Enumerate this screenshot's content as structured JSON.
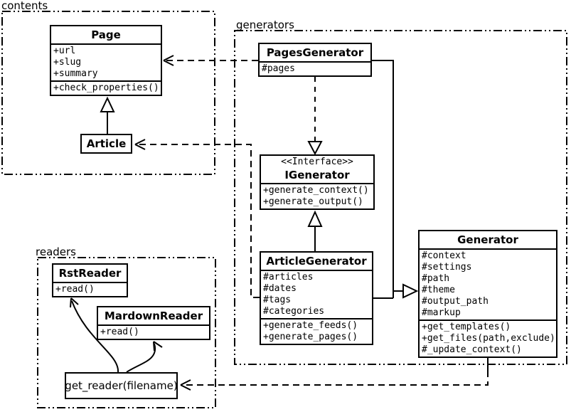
{
  "packages": {
    "contents": {
      "label": "contents"
    },
    "generators": {
      "label": "generators"
    },
    "readers": {
      "label": "readers"
    }
  },
  "classes": {
    "page": {
      "name": "Page",
      "attributes": [
        "+url",
        "+slug",
        "+summary"
      ],
      "methods": [
        "+check_properties()"
      ]
    },
    "article": {
      "name": "Article"
    },
    "pages_generator": {
      "name": "PagesGenerator",
      "attributes": [
        "#pages"
      ]
    },
    "igenerator": {
      "stereotype": "<<Interface>>",
      "name": "IGenerator",
      "methods": [
        "+generate_context()",
        "+generate_output()"
      ]
    },
    "article_generator": {
      "name": "ArticleGenerator",
      "attributes": [
        "#articles",
        "#dates",
        "#tags",
        "#categories"
      ],
      "methods": [
        "+generate_feeds()",
        "+generate_pages()"
      ]
    },
    "generator": {
      "name": "Generator",
      "attributes": [
        "#context",
        "#settings",
        "#path",
        "#theme",
        "#output_path",
        "#markup"
      ],
      "methods": [
        "+get_templates()",
        "+get_files(path,exclude)",
        "#_update_context()"
      ]
    },
    "rst_reader": {
      "name": "RstReader",
      "methods": [
        "+read()"
      ]
    },
    "mardown_reader": {
      "name": "MardownReader",
      "methods": [
        "+read()"
      ]
    },
    "get_reader": {
      "name": "get_reader(filename)"
    }
  },
  "relationships": [
    {
      "type": "generalization",
      "from": "Article",
      "to": "Page"
    },
    {
      "type": "dependency",
      "from": "PagesGenerator",
      "to": "Page"
    },
    {
      "type": "dependency",
      "from": "ArticleGenerator",
      "to": "Article"
    },
    {
      "type": "realization",
      "from": "PagesGenerator",
      "to": "IGenerator"
    },
    {
      "type": "generalization",
      "from": "ArticleGenerator",
      "to": "IGenerator"
    },
    {
      "type": "generalization",
      "from": "PagesGenerator",
      "to": "Generator"
    },
    {
      "type": "generalization",
      "from": "ArticleGenerator",
      "to": "Generator"
    },
    {
      "type": "dependency",
      "from": "Generator",
      "to": "get_reader(filename)"
    },
    {
      "type": "association",
      "from": "get_reader(filename)",
      "to": "RstReader"
    },
    {
      "type": "association",
      "from": "get_reader(filename)",
      "to": "MardownReader"
    }
  ],
  "colors": {
    "line": "#000000",
    "background": "#ffffff"
  }
}
